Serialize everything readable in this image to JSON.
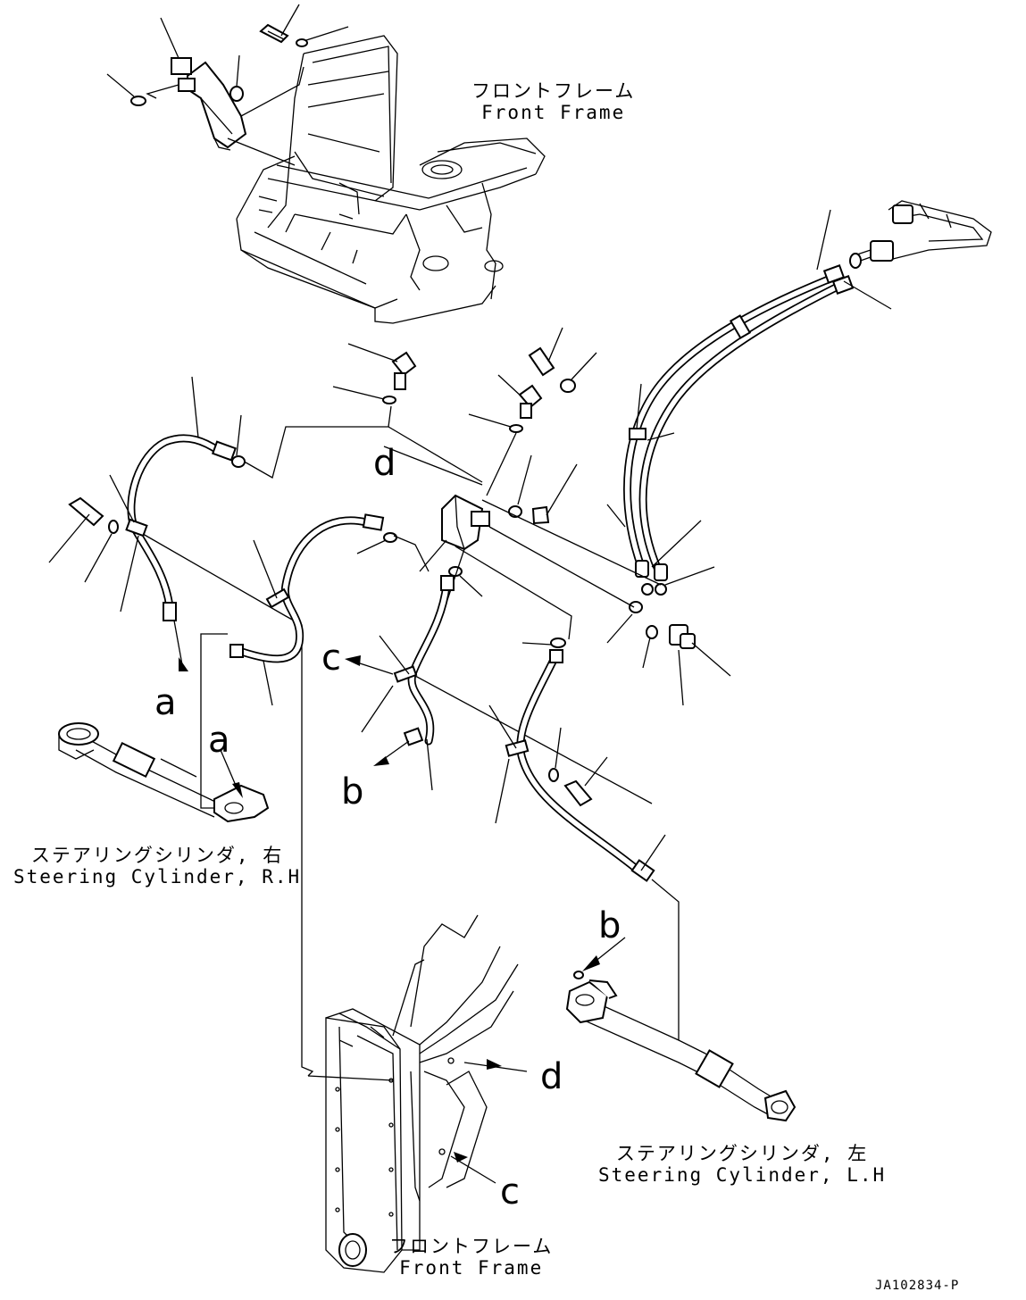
{
  "labels": {
    "front_frame_top_jp": "フロントフレーム",
    "front_frame_top_en": "Front Frame",
    "front_frame_bottom_jp": "フロントフレーム",
    "front_frame_bottom_en": "Front Frame",
    "steering_rh_jp": "ステアリングシリンダ, 右",
    "steering_rh_en": "Steering Cylinder, R.H",
    "steering_lh_jp": "ステアリングシリンダ, 左",
    "steering_lh_en": "Steering Cylinder, L.H"
  },
  "callouts": {
    "a1": "a",
    "a2": "a",
    "b1": "b",
    "b2": "b",
    "c1": "c",
    "c2": "c",
    "d1": "d",
    "d2": "d"
  },
  "drawing_code": "JA102834-P"
}
